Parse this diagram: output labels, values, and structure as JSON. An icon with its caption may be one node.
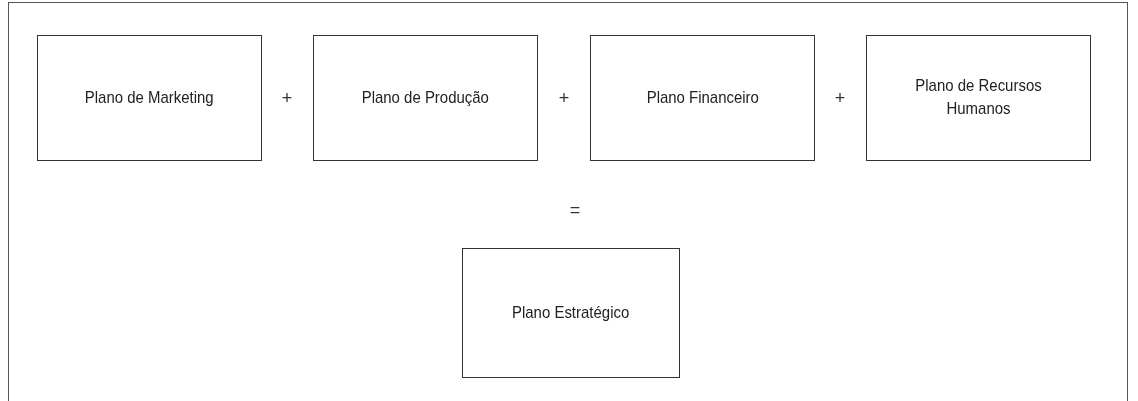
{
  "diagram": {
    "nodes": [
      {
        "text": [
          "Plano de Marketing"
        ]
      },
      {
        "text": [
          "Plano de Produção"
        ]
      },
      {
        "text": [
          "Plano Financeiro"
        ]
      },
      {
        "text": [
          "Plano de Recursos Humanos"
        ]
      },
      {
        "text": [
          "Plano Estratégico"
        ]
      }
    ],
    "labels": [
      "+",
      "+",
      "+",
      "="
    ]
  }
}
